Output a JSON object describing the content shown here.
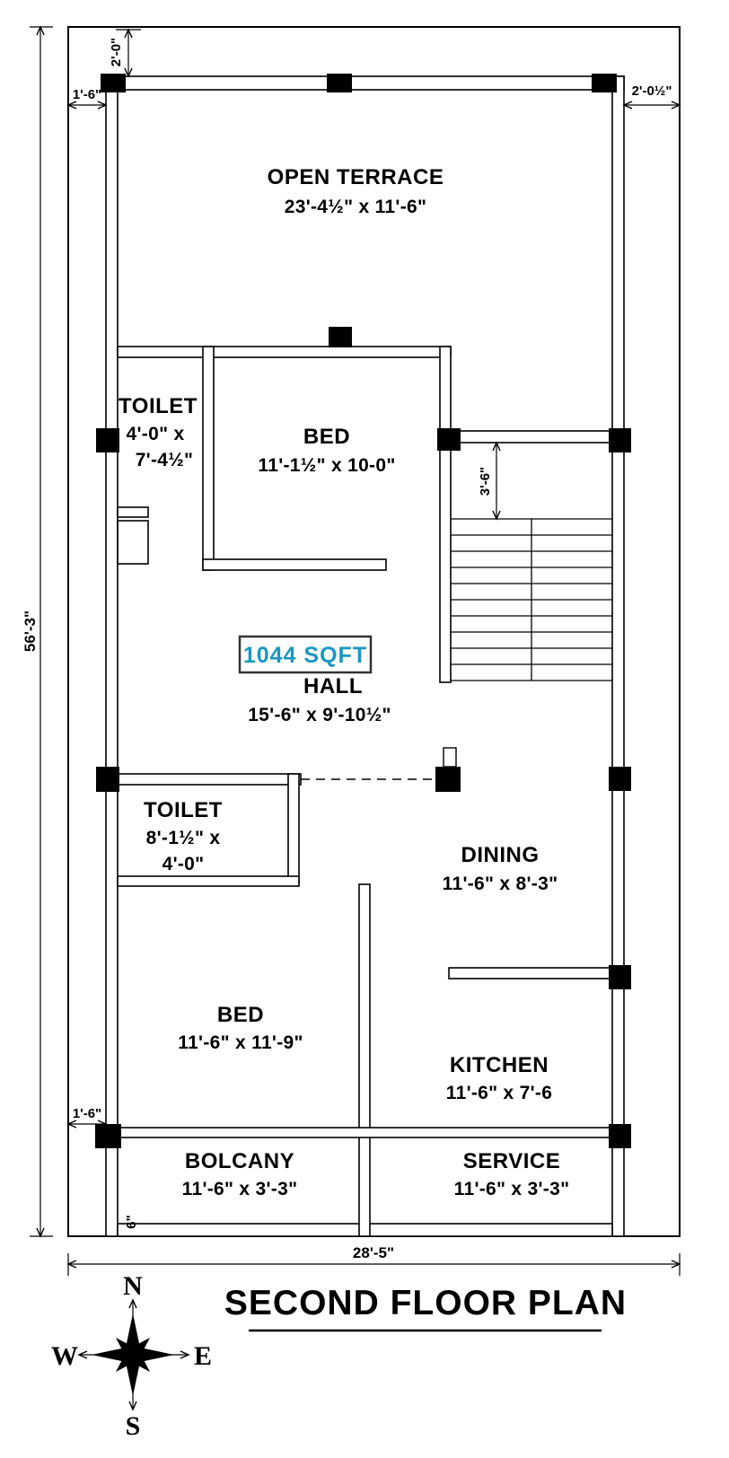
{
  "drawing": {
    "title": "SECOND FLOOR PLAN",
    "area_badge": "1044 SQFT"
  },
  "rooms": {
    "open_terrace": {
      "name": "OPEN TERRACE",
      "dims": "23'-4½\" x 11'-6\""
    },
    "toilet_upper": {
      "name": "TOILET",
      "dims1": "4'-0\" x",
      "dims2": "7'-4½\""
    },
    "bed_upper": {
      "name": "BED",
      "dims": "11'-1½\" x 10-0\""
    },
    "hall": {
      "name": "HALL",
      "dims": "15'-6\" x 9'-10½\""
    },
    "toilet_lower": {
      "name": "TOILET",
      "dims1": "8'-1½\" x",
      "dims2": "4'-0\""
    },
    "dining": {
      "name": "DINING",
      "dims": "11'-6\" x 8'-3\""
    },
    "bed_lower": {
      "name": "BED",
      "dims": "11'-6\" x 11'-9\""
    },
    "kitchen": {
      "name": "KITCHEN",
      "dims": "11'-6\" x 7'-6"
    },
    "bolcany": {
      "name": "BOLCANY",
      "dims": "11'-6\" x 3'-3\""
    },
    "service": {
      "name": "SERVICE",
      "dims": "11'-6\" x 3'-3\""
    }
  },
  "dimensions": {
    "overall_height": "56'-3\"",
    "overall_width": "28'-5\"",
    "terrace_setback": "2'-0\"",
    "left_setback": "1'-6\"",
    "right_setback": "2'-0½\"",
    "stair_landing": "3'-6\"",
    "bottom_left_setback": "1'-6\"",
    "wall_offset": "6\""
  },
  "compass": {
    "north": "N",
    "south": "S",
    "east": "E",
    "west": "W"
  },
  "colors": {
    "area_badge_text": "#1a97c0",
    "line": "#000000"
  }
}
